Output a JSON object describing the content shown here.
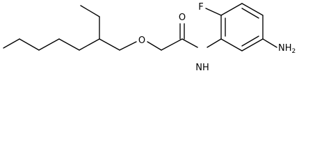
{
  "molecule": {
    "atoms": {
      "fluorine": "F",
      "ether_oxygen": "O",
      "carbonyl_oxygen": "O",
      "amide_nh": "NH",
      "amine": "NH",
      "amine_subscript": "2"
    }
  },
  "colors": {
    "bond": "#000000",
    "label": "#000000",
    "background": "#ffffff"
  }
}
